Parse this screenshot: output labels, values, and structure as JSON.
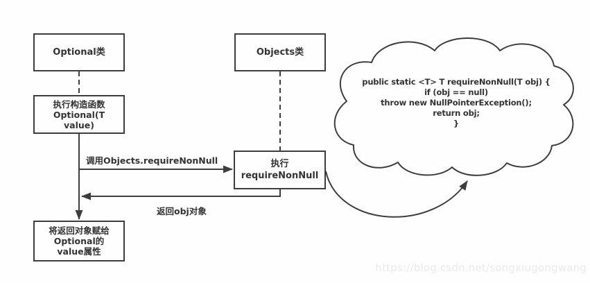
{
  "diagram": {
    "type": "sequence-flow-diagram",
    "boxes": {
      "optional": {
        "label": "Optional类"
      },
      "objects": {
        "label": "Objects类"
      },
      "constructor": {
        "label": "执行构造函数\nOptional(T\nvalue)"
      },
      "require": {
        "label": "执行\nrequireNonNull"
      },
      "assign": {
        "label": "将返回对象赋给\nOptional的\nvalue属性"
      }
    },
    "messages": {
      "call": "调用Objects.requireNonNull",
      "return": "返回obj对象"
    },
    "cloud": {
      "code_lines": [
        "public static <T> T requireNonNull(T obj) {",
        "if (obj == null)",
        "throw new NullPointerException();",
        "return obj;",
        "}"
      ]
    },
    "watermark": "https://blog.csdn.net/songxiugongwang",
    "colors": {
      "line": "#3d3d3d",
      "text": "#333333",
      "box_fill": "#fefefe",
      "background": "#fefefe",
      "watermark": "#eaeaea"
    }
  }
}
